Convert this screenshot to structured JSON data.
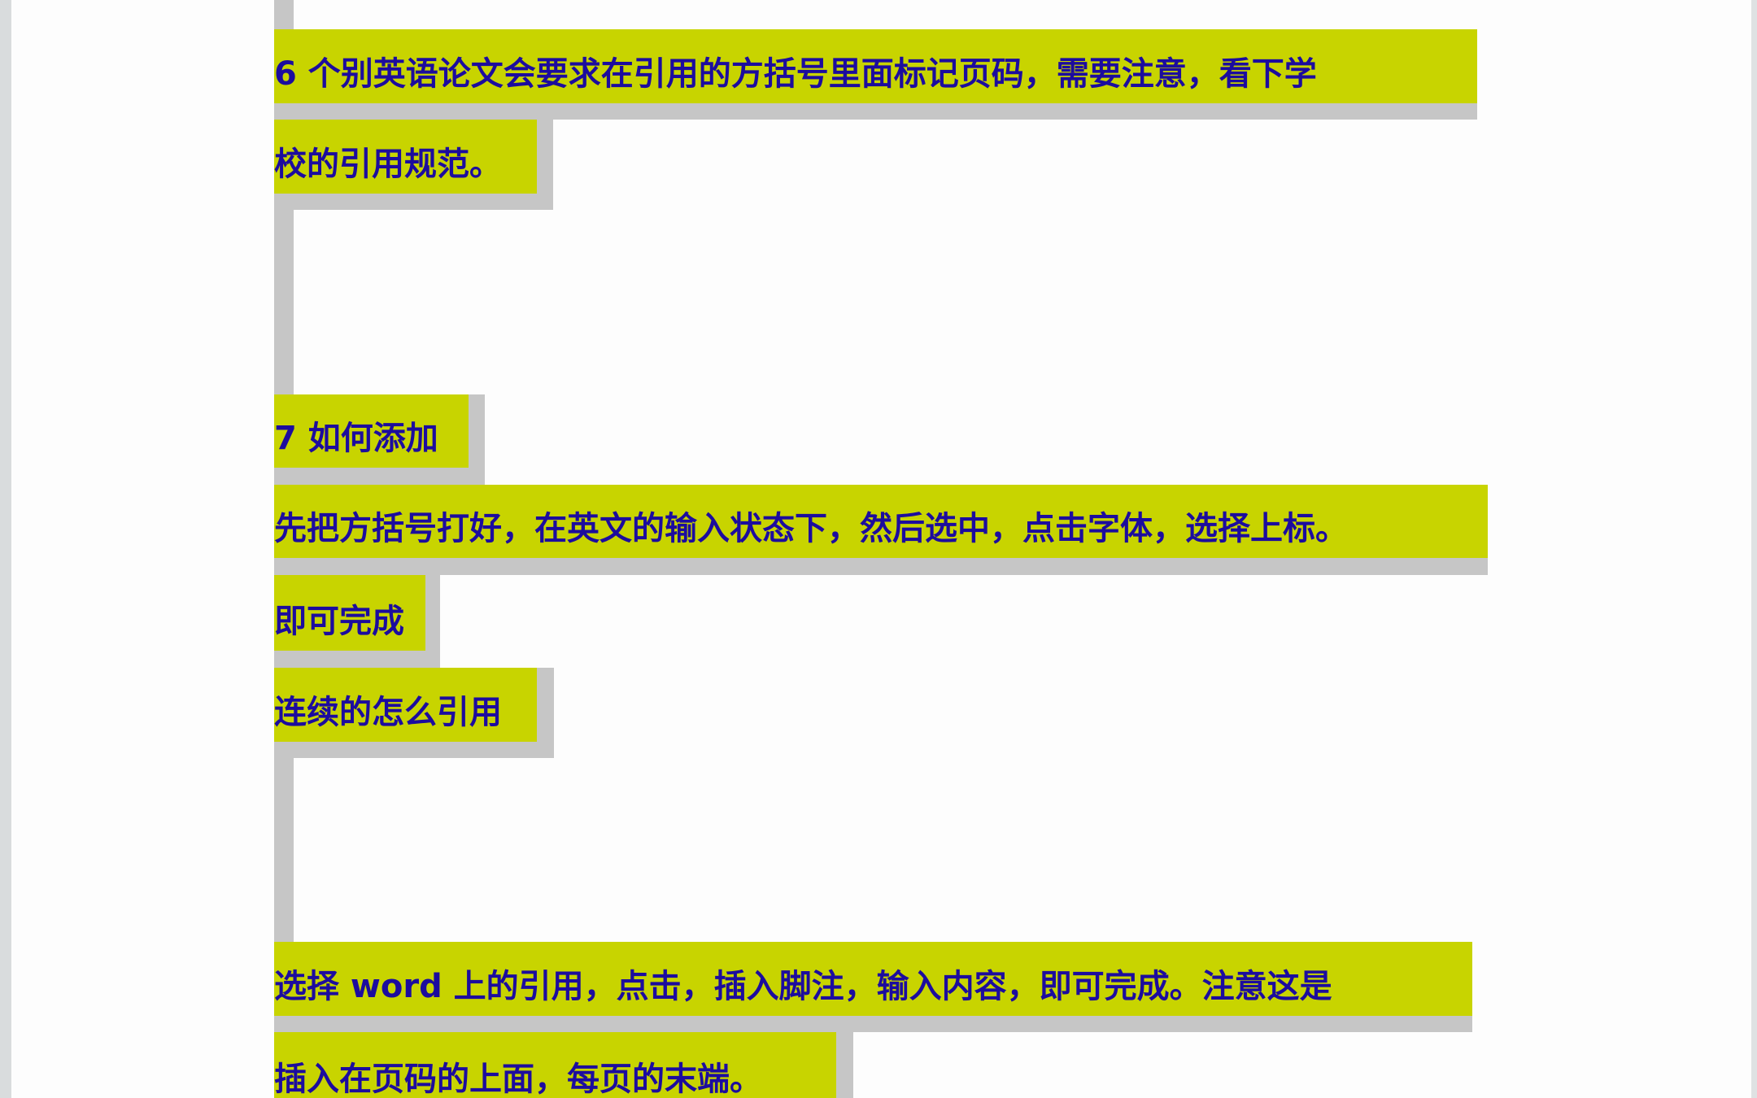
{
  "document": {
    "colors": {
      "highlight": "#c8d400",
      "shading": "#c6c6c6",
      "text": "#1c0c9e",
      "page": "#fdfdfd",
      "page_edge": "#d9dcdd"
    },
    "lines": [
      {
        "id": "l1",
        "text": "6  个别英语论文会要求在引用的方括号里面标记页码，需要注意，看下学"
      },
      {
        "id": "l2",
        "text": "校的引用规范。"
      },
      {
        "id": "l3",
        "text": "7  如何添加"
      },
      {
        "id": "l4",
        "text": "先把方括号打好，在英文的输入状态下，然后选中，点击字体，选择上标。"
      },
      {
        "id": "l5",
        "text": "即可完成"
      },
      {
        "id": "l6",
        "text": "连续的怎么引用"
      },
      {
        "id": "l7",
        "text": "选择 word 上的引用，点击，插入脚注，输入内容，即可完成。注意这是"
      },
      {
        "id": "l8",
        "text": "插入在页码的上面，每页的末端。"
      }
    ]
  }
}
